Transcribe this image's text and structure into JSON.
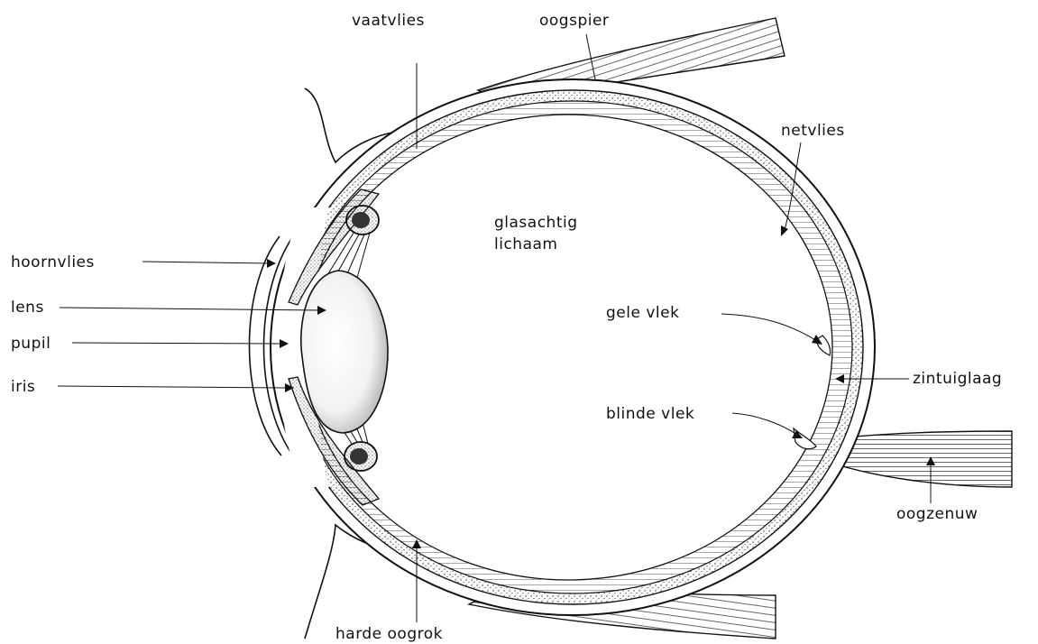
{
  "labels": {
    "vaatvlies": "vaatvlies",
    "oogspier": "oogspier",
    "netvlies": "netvlies",
    "glasachtig_line1": "glasachtig",
    "glasachtig_line2": "lichaam",
    "hoornvlies": "hoornvlies",
    "lens": "lens",
    "pupil": "pupil",
    "iris": "iris",
    "gele_vlek": "gele vlek",
    "zintuiglaag": "zintuiglaag",
    "blinde_vlek": "blinde vlek",
    "oogzenuw": "oogzenuw",
    "harde_oogrok": "harde oogrok"
  },
  "colors": {
    "ink": "#111111",
    "paper": "#ffffff",
    "stipple": "#333333"
  }
}
